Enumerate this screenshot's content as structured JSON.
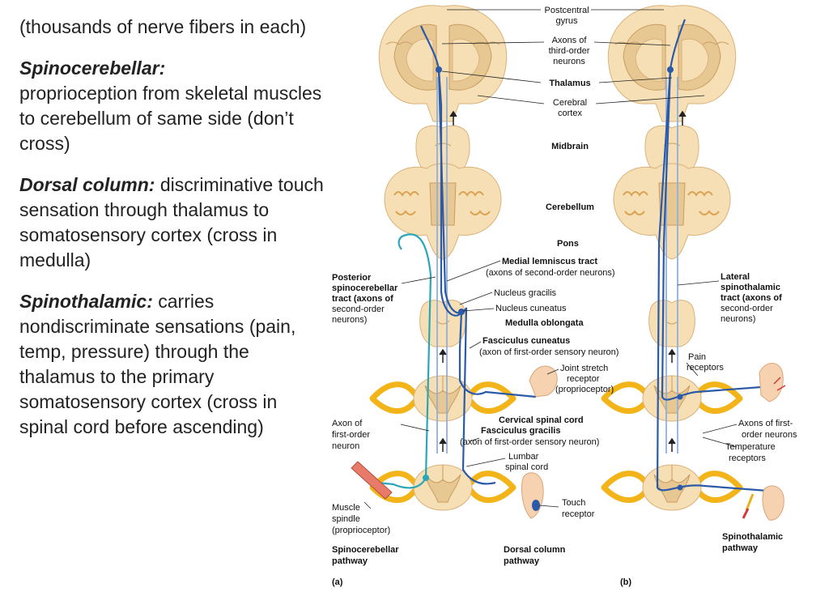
{
  "left": {
    "intro": "(thousands of nerve fibers in each)",
    "spinocerebellar_title": "Spinocerebellar:",
    "spinocerebellar_text": "proprioception from skeletal muscles to cerebellum of same side (don’t cross)",
    "dorsal_title": "Dorsal column:",
    "dorsal_text": "discriminative touch sensation through thalamus to somatosensory cortex (cross in medulla)",
    "spinothalamic_title": "Spinothalamic:",
    "spinothalamic_text": "carries nondiscriminate sensations (pain, temp, pressure) through the thalamus to the primary somatosensory cortex (cross in spinal cord before ascending)"
  },
  "diagram": {
    "postcentral_1": "Postcentral",
    "postcentral_2": "gyrus",
    "axons_third_1": "Axons of",
    "axons_third_2": "third-order",
    "axons_third_3": "neurons",
    "thalamus": "Thalamus",
    "cerebral_1": "Cerebral",
    "cerebral_2": "cortex",
    "midbrain": "Midbrain",
    "cerebellum": "Cerebellum",
    "pons": "Pons",
    "medial_lemniscus": "Medial lemniscus tract",
    "medial_lemniscus_sub": "(axons of second-order neurons)",
    "posterior_1": "Posterior",
    "posterior_2": "spinocerebellar",
    "posterior_3": "tract (axons of",
    "posterior_4": "second-order",
    "posterior_5": "neurons)",
    "nucleus_gracilis": "Nucleus gracilis",
    "nucleus_cuneatus": "Nucleus cuneatus",
    "medulla": "Medulla oblongata",
    "lateral_1": "Lateral",
    "lateral_2": "spinothalamic",
    "lateral_3": "tract (axons of",
    "lateral_4": "second-order",
    "lateral_5": "neurons)",
    "fasc_cuneatus": "Fasciculus cuneatus",
    "fasc_cuneatus_sub": "(axon of first-order sensory neuron)",
    "joint_1": "Joint stretch",
    "joint_2": "receptor",
    "joint_3": "(proprioceptor)",
    "pain_1": "Pain",
    "pain_2": "receptors",
    "cervical": "Cervical spinal cord",
    "fasc_gracilis": "Fasciculus gracilis",
    "fasc_gracilis_sub": "(axon of first-order sensory neuron)",
    "axon_first_1": "Axon of",
    "axon_first_2": "first-order",
    "axon_first_3": "neuron",
    "axons_first_b1": "Axons of first-",
    "axons_first_b2": "order neurons",
    "temp_1": "Temperature",
    "temp_2": "receptors",
    "lumbar_1": "Lumbar",
    "lumbar_2": "spinal cord",
    "muscle_1": "Muscle",
    "muscle_2": "spindle",
    "muscle_3": "(proprioceptor)",
    "touch_1": "Touch",
    "touch_2": "receptor",
    "sc_path_1": "Spinocerebellar",
    "sc_path_2": "pathway",
    "dc_path_1": "Dorsal column",
    "dc_path_2": "pathway",
    "st_path_1": "Spinothalamic",
    "st_path_2": "pathway",
    "panel_a": "(a)",
    "panel_b": "(b)"
  }
}
